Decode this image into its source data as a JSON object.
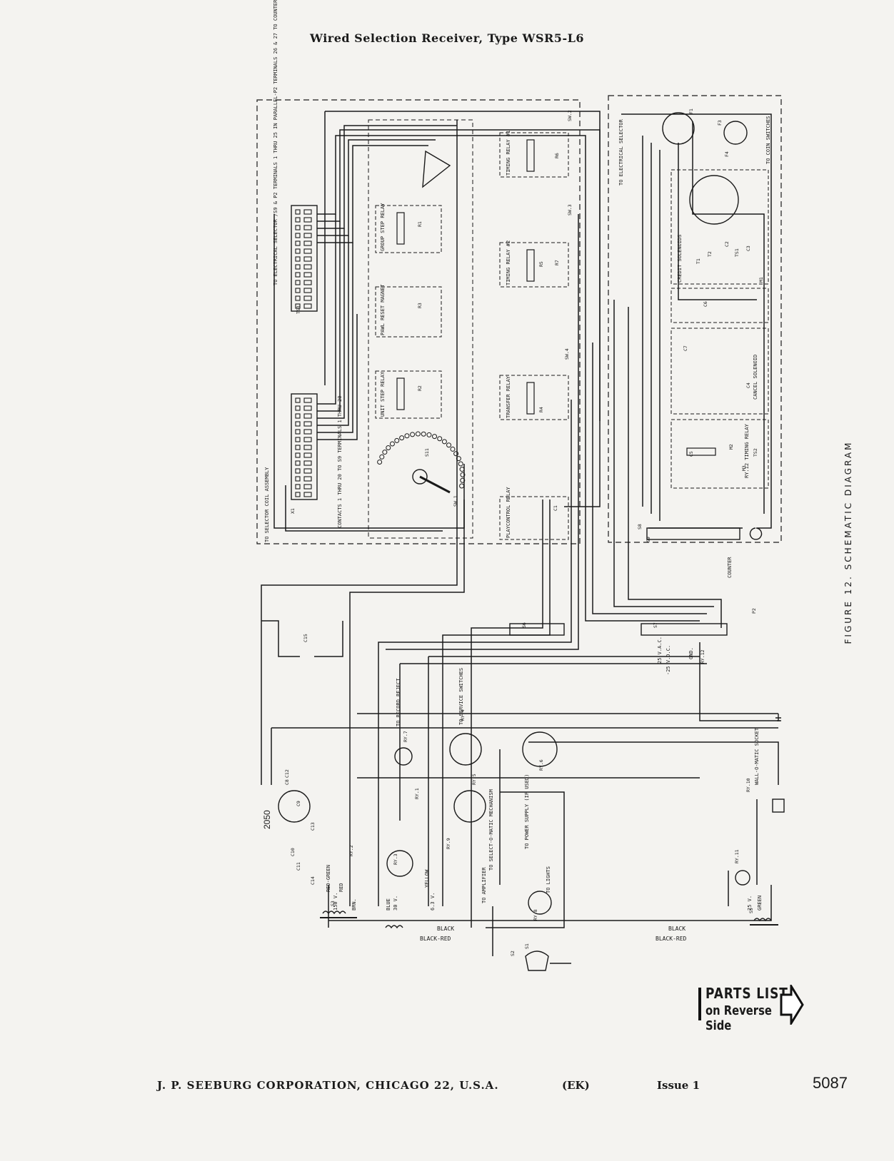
{
  "header": {
    "title": "Wired Selection Receiver, Type  WSR5-L6"
  },
  "figure": {
    "caption": "FIGURE 12.   SCHEMATIC DIAGRAM"
  },
  "diagram": {
    "box_labels": {
      "timing_relay_1": "TIMING RELAY #1",
      "group_step_relay": "GROUP STEP RELAY",
      "timing_relay_2": "TIMING RELAY #2",
      "pawl_reset_magnet": "PAWL RESET MAGNET",
      "unit_step_relay": "UNIT STEP RELAY",
      "transfer_relay": "TRANSFER RELAY",
      "playcontrol_relay": "PLAYCONTROL RELAY",
      "credit_solenoids": "CREDIT SOLENOIDS",
      "cancel_solenoid": "CANCEL SOLENOID",
      "timing_relay_ry12": "RY.12 TIMING RELAY"
    },
    "notes": {
      "to_electrical_selector_p2": "TO ELECTRICAL SELECTOR /S9 & P2 TERMINALS 1 THRU 25 IN PARALLEL-P2 TERMINALS 26 & 27 TO COUNTER",
      "to_selector_coil": "TO SELECTOR COIL ASSEMBLY",
      "contacts": "CONTACTS 1 THRU 20 TO S9 TERMINALS 1 THRU 20",
      "to_electrical_selector": "TO ELECTRICAL SELECTOR",
      "to_coin_switches": "TO COIN SWITCHES",
      "to_record_reject": "TO RECORD REJECT",
      "to_service_switches": "TO SERVICE SWITCHES",
      "to_power_supply": "TO POWER SUPPLY (IF USED)",
      "to_selectomatic": "TO SELECT-O-MATIC MECHANISM",
      "to_amplifier": "TO AMPLIFIER",
      "to_lights": "TO LIGHTS",
      "wall_o_matic_socket": "WALL-O-MATIC SOCKET",
      "counter": "COUNTER"
    },
    "wire_labels": {
      "black": "BLACK",
      "black_red": "BLACK-RED",
      "red_green": "RED-GREEN",
      "red": "RED",
      "yellow": "YELLOW",
      "green": "GREEN",
      "blue": "BLUE",
      "brn": "BRN."
    },
    "voltage_labels": {
      "v150": "150 V.",
      "v30": "30 V.",
      "v6_3": "6.3 V.",
      "v25vac": "25 V.A.C.",
      "v25vdc": "-25 V.D.C.",
      "v25": "25 V.",
      "gnd": "GND."
    },
    "tube": "2050",
    "refdes": [
      "R1",
      "R2",
      "R3",
      "R4",
      "R5",
      "R6",
      "R7",
      "C1",
      "C2",
      "C3",
      "C4",
      "C5",
      "C6",
      "C7",
      "C8",
      "C9",
      "C10",
      "C11",
      "C12",
      "C13",
      "C14",
      "C15",
      "RY.1",
      "RY.2",
      "RY.3",
      "RY.4",
      "RY.5",
      "RY.6",
      "RY.7",
      "RY.8",
      "RY.9",
      "RY.10",
      "RY.11",
      "RY.12",
      "S1",
      "S2",
      "S3",
      "S5",
      "S6",
      "S7",
      "S8",
      "S9",
      "S11",
      "SW.1",
      "SW.2",
      "SW.3",
      "SW.4",
      "F1",
      "F3",
      "F4",
      "T1",
      "T2",
      "TS1",
      "TS2",
      "TS3",
      "X1",
      "P2",
      "M1",
      "M2",
      "M3"
    ]
  },
  "parts_badge": {
    "line1": "PARTS  LIST",
    "line2": "on Reverse Side"
  },
  "footer": {
    "company": "J. P. SEEBURG CORPORATION, CHICAGO 22, U.S.A.",
    "code": "(EK)",
    "issue": "Issue 1",
    "doc_number": "5087"
  }
}
